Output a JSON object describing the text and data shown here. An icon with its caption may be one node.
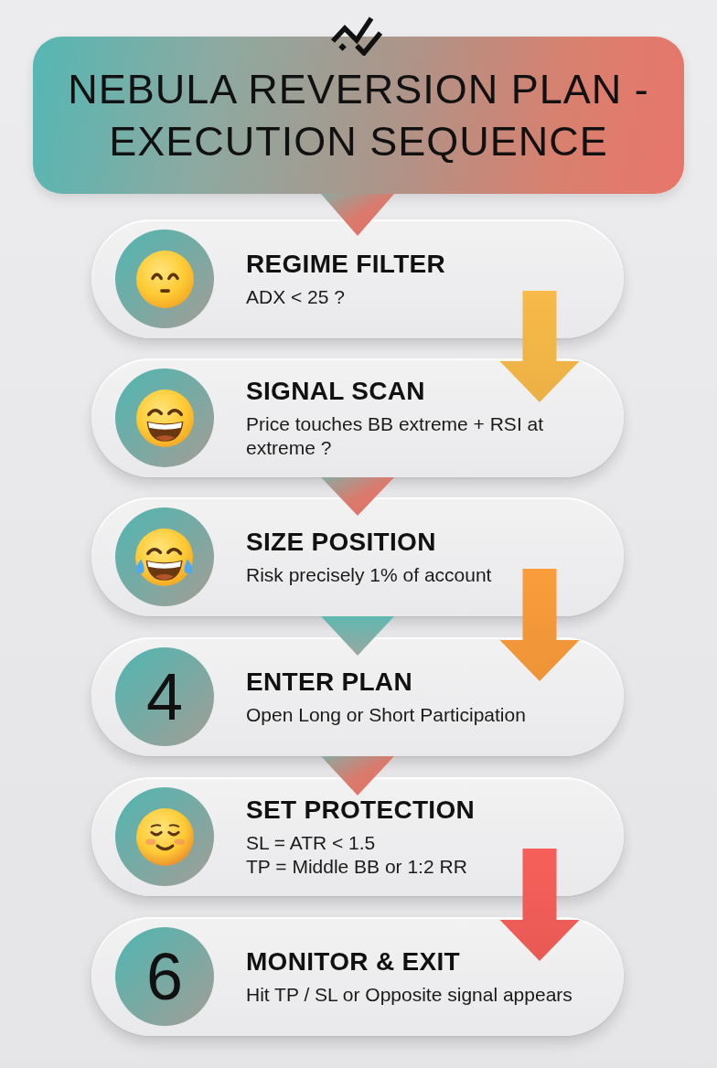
{
  "diagram": {
    "nodes": [
      {
        "text": [
          "NEBULA REVERSION PLAN - EXECUTION SEQUENCE"
        ]
      },
      {
        "text": [
          "REGIME FILTER",
          "ADX < 25 ?"
        ]
      },
      {
        "text": [],
        "shape": "circle",
        "in": 1
      },
      {
        "text": [
          "SIGNAL SCAN",
          "Price touches BB extreme + RSI at extreme ?"
        ]
      },
      {
        "text": [],
        "shape": "circle",
        "in": 3
      },
      {
        "text": [
          "SIZE POSITION",
          "Risk precisely 1% of account"
        ]
      },
      {
        "text": [],
        "shape": "circle",
        "in": 5
      },
      {
        "text": [
          "ENTER PLAN",
          "Open Long or Short Participation"
        ]
      },
      {
        "text": [
          "4"
        ],
        "in": 7
      },
      {
        "text": [
          "SET PROTECTION",
          "SL = ATR < 1.5",
          "TP = Middle BB or 1:2 RR"
        ]
      },
      {
        "text": [],
        "shape": "circle",
        "in": 9
      },
      {
        "text": [
          "MONITOR & EXIT",
          "Hit TP / SL or Opposite signal appears"
        ]
      },
      {
        "text": [
          "6"
        ],
        "in": 11
      }
    ],
    "edges": [
      {
        "from": 0,
        "to": 1,
        "arrow": "to"
      },
      {
        "from": 1,
        "to": 3,
        "arrow": "to",
        "style": "thick",
        "color": "#ebb045"
      },
      {
        "from": 3,
        "to": 5,
        "arrow": "to"
      },
      {
        "from": 5,
        "to": 7,
        "arrow": "to",
        "style": "thick",
        "color": "#ed9438"
      },
      {
        "from": 5,
        "to": 7,
        "arrow": "to",
        "color": "#5fb8b1"
      },
      {
        "from": 7,
        "to": 9,
        "arrow": "to"
      },
      {
        "from": 9,
        "to": 11,
        "arrow": "to",
        "style": "thick",
        "color": "#e95a55"
      }
    ]
  }
}
